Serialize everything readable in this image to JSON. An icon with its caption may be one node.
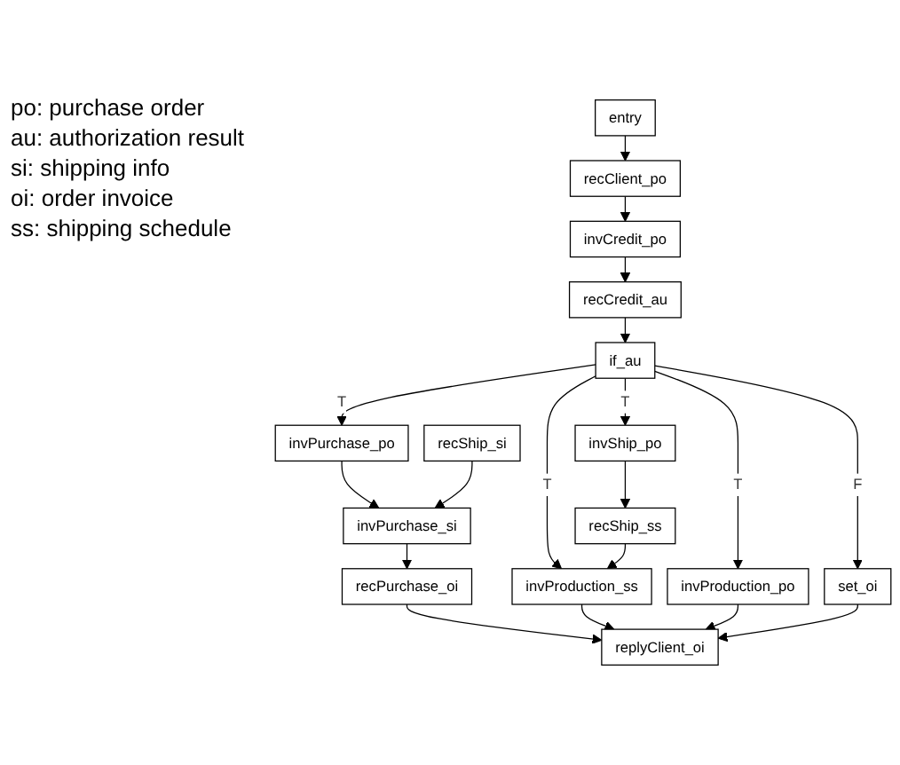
{
  "diagram": {
    "nodes": [
      {
        "text": [
          "entry"
        ]
      },
      {
        "text": [
          "recClient_po"
        ]
      },
      {
        "text": [
          "invCredit_po"
        ]
      },
      {
        "text": [
          "recCredit_au"
        ]
      },
      {
        "text": [
          "if_au"
        ]
      },
      {
        "text": [
          "invPurchase_po"
        ]
      },
      {
        "text": [
          "invShip_po"
        ]
      },
      {
        "text": [
          "invProduction_po"
        ]
      },
      {
        "text": [
          "set_oi"
        ]
      },
      {
        "text": [
          "recShip_si"
        ]
      },
      {
        "text": [
          "invPurchase_si"
        ]
      },
      {
        "text": [
          "recShip_ss"
        ]
      },
      {
        "text": [
          "invProduction_ss"
        ]
      },
      {
        "text": [
          "recPurchase_oi"
        ]
      },
      {
        "text": [
          "replyClient_oi"
        ]
      }
    ],
    "edges": [
      {
        "from": 0,
        "to": 1,
        "arrow": "to"
      },
      {
        "from": 1,
        "to": 2,
        "arrow": "to"
      },
      {
        "from": 2,
        "to": 3,
        "arrow": "to"
      },
      {
        "from": 3,
        "to": 4,
        "arrow": "to"
      },
      {
        "from": 4,
        "to": 5,
        "arrow": "to",
        "label": "T"
      },
      {
        "from": 4,
        "to": 6,
        "arrow": "to",
        "label": "T"
      },
      {
        "from": 4,
        "to": 12,
        "arrow": "to",
        "label": "T"
      },
      {
        "from": 4,
        "to": 7,
        "arrow": "to",
        "label": "T"
      },
      {
        "from": 4,
        "to": 8,
        "arrow": "to",
        "label": "F"
      },
      {
        "from": 5,
        "to": 10,
        "arrow": "to"
      },
      {
        "from": 9,
        "to": 10,
        "arrow": "to"
      },
      {
        "from": 10,
        "to": 13,
        "arrow": "to"
      },
      {
        "from": 6,
        "to": 11,
        "arrow": "to"
      },
      {
        "from": 11,
        "to": 12,
        "arrow": "to"
      },
      {
        "from": 13,
        "to": 14,
        "arrow": "to"
      },
      {
        "from": 12,
        "to": 14,
        "arrow": "to"
      },
      {
        "from": 7,
        "to": 14,
        "arrow": "to"
      },
      {
        "from": 8,
        "to": 14,
        "arrow": "to"
      }
    ],
    "labels": [
      "po: purchase order",
      "au: authorization result",
      "si: shipping info",
      "oi: order invoice",
      "ss: shipping schedule"
    ]
  }
}
